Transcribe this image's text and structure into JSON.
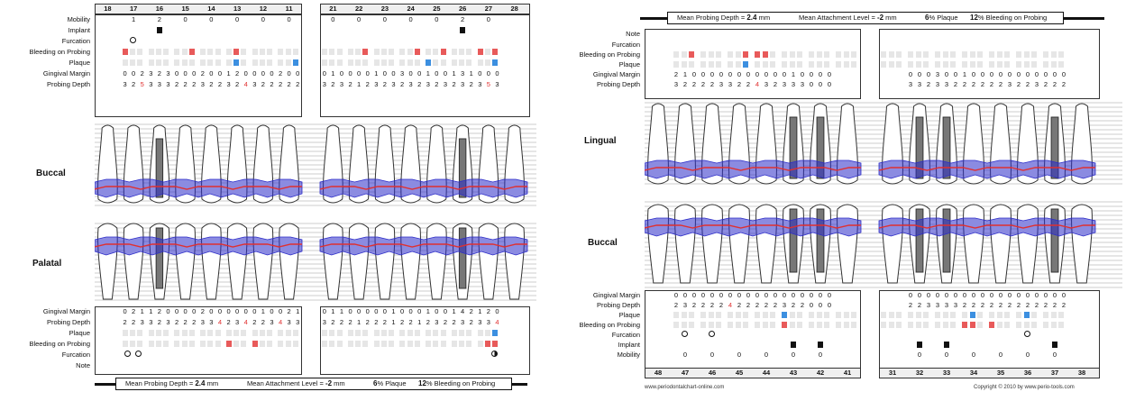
{
  "summary": {
    "probing_label": "Mean Probing Depth =",
    "probing_value": "2.4",
    "probing_unit": "mm",
    "attach_label": "Mean Attachment Level =",
    "attach_value": "-2",
    "attach_unit": "mm",
    "plaque_value": "6",
    "plaque_label": "% Plaque",
    "bleeding_value": "12",
    "bleeding_label": "% Bleeding on Probing"
  },
  "labels": {
    "mobility": "Mobility",
    "implant": "Implant",
    "furcation": "Furcation",
    "bleeding": "Bleeding on Probing",
    "plaque": "Plaque",
    "gingival": "Gingival Margin",
    "probing": "Probing Depth",
    "note": "Note"
  },
  "left": {
    "teeth_upper": [
      "18",
      "17",
      "16",
      "15",
      "14",
      "13",
      "12",
      "11",
      "21",
      "22",
      "23",
      "24",
      "25",
      "26",
      "27",
      "28"
    ],
    "mobility": [
      "",
      "1",
      "2",
      "0",
      "0",
      "0",
      "0",
      "0",
      "0",
      "0",
      "0",
      "0",
      "0",
      "2",
      "0",
      ""
    ],
    "gm_top": [
      "",
      "0 0 2",
      "3 2 3",
      "0 0 0",
      "2 0 0",
      "1 2 0",
      "0 0 0",
      "2 0 0",
      "0 1 0",
      "0 0 0",
      "1 0 0",
      "3 0 0",
      "1 0 0",
      "1 3 1",
      "0 0 0",
      ""
    ],
    "pd_top": [
      "",
      "3 2 5",
      "3 3 3",
      "2 2 2",
      "3 2 2",
      "3 2 4",
      "3 2 2",
      "2 2 2",
      "3 2 3",
      "2 1 2",
      "3 2 3",
      "2 3 2",
      "3 2 3",
      "2 3 2",
      "3 5 3",
      ""
    ],
    "gm_bottom": [
      "",
      "0 2 1",
      "1 2 0",
      "0 0 0",
      "2 0 0",
      "0 0 0",
      "0 1 0",
      "0 2 1",
      "0 1 1",
      "0 0 0",
      "0 0 1",
      "0 0 0",
      "1 0 0",
      "1 4 2",
      "1 2 0",
      ""
    ],
    "pd_bottom": [
      "",
      "2 2 3",
      "3 2 3",
      "2 2 2",
      "3 3 4",
      "2 3 4",
      "2 2 3",
      "4 3 3",
      "3 2 2",
      "2 1 2",
      "2 2 1",
      "2 2 1",
      "2 3 2",
      "2 3 2",
      "3 3 4",
      ""
    ],
    "region_top": "Buccal",
    "region_bottom": "Palatal"
  },
  "right": {
    "teeth_lower": [
      "48",
      "47",
      "46",
      "45",
      "44",
      "43",
      "42",
      "41",
      "31",
      "32",
      "33",
      "34",
      "35",
      "36",
      "37",
      "38"
    ],
    "mobility": [
      "",
      "0",
      "0",
      "0",
      "0",
      "0",
      "0",
      "",
      "",
      "0",
      "0",
      "0",
      "0",
      "0",
      "0",
      ""
    ],
    "gm_top": [
      "",
      "2 1 0",
      "0 0 0",
      "0 0 0",
      "0 0 0",
      "0 1 0",
      "0 0 0",
      "",
      "",
      "0 0 0",
      "3 0 0",
      "1 0 0",
      "0 0 0",
      "0 0 0",
      "0 0 0",
      ""
    ],
    "pd_top": [
      "",
      "3 2 2",
      "2 2 3",
      "3 2 2",
      "4 3 2",
      "3 3 3",
      "0 0 0",
      "",
      "",
      "3 3 2",
      "3 3 2",
      "2 2 2",
      "2 2 3",
      "2 2 3",
      "2 2 2",
      ""
    ],
    "gm_bottom": [
      "",
      "0 0 0",
      "0 0 0",
      "0 0 0",
      "0 0 0",
      "0 0 0",
      "0 0 0",
      "",
      "",
      "0 0 0",
      "0 0 0",
      "0 0 0",
      "0 0 0",
      "0 0 0",
      "0 0 0",
      ""
    ],
    "pd_bottom": [
      "",
      "2 3 2",
      "2 2 2",
      "4 2 2",
      "2 2 2",
      "3 2 2",
      "0 0 0",
      "",
      "",
      "2 2 3",
      "3 3 3",
      "2 2 2",
      "2 2 2",
      "2 2 2",
      "2 2 2",
      ""
    ],
    "region_top": "Lingual",
    "region_bottom": "Buccal",
    "footer_left": "www.periodontalchart-online.com",
    "footer_right": "Copyright © 2010 by www.perio-tools.com"
  },
  "colors": {
    "bleeding": "#e85a5a",
    "plaque": "#3c8fe0",
    "pocket": "#2c2cc8",
    "gingiva": "#e03030"
  }
}
